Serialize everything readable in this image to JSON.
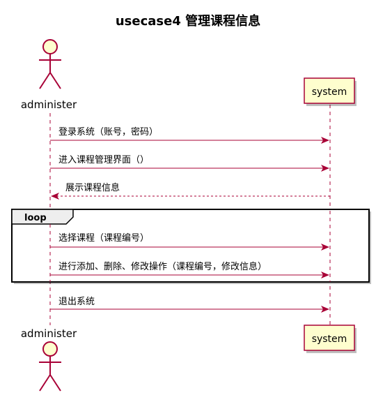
{
  "diagram": {
    "title": "usecase4 管理课程信息",
    "participants": {
      "actor": {
        "name": "administer"
      },
      "system": {
        "name": "system"
      }
    },
    "messages": [
      {
        "text": "登录系统（账号，密码）",
        "direction": "actor-to-system",
        "style": "solid"
      },
      {
        "text": "进入课程管理界面（）",
        "direction": "actor-to-system",
        "style": "solid"
      },
      {
        "text": "展示课程信息",
        "direction": "system-to-actor",
        "style": "dashed"
      },
      {
        "text": "选择课程（课程编号）",
        "direction": "actor-to-system",
        "style": "solid"
      },
      {
        "text": "进行添加、删除、修改操作（课程编号，修改信息）",
        "direction": "actor-to-system",
        "style": "solid"
      },
      {
        "text": "退出系统",
        "direction": "actor-to-system",
        "style": "solid"
      }
    ],
    "loop": {
      "label": "loop"
    },
    "colors": {
      "line": "#A80036",
      "actor_fill": "#FEFECE",
      "box_fill": "#FEFECE",
      "frame": "#000000"
    }
  }
}
